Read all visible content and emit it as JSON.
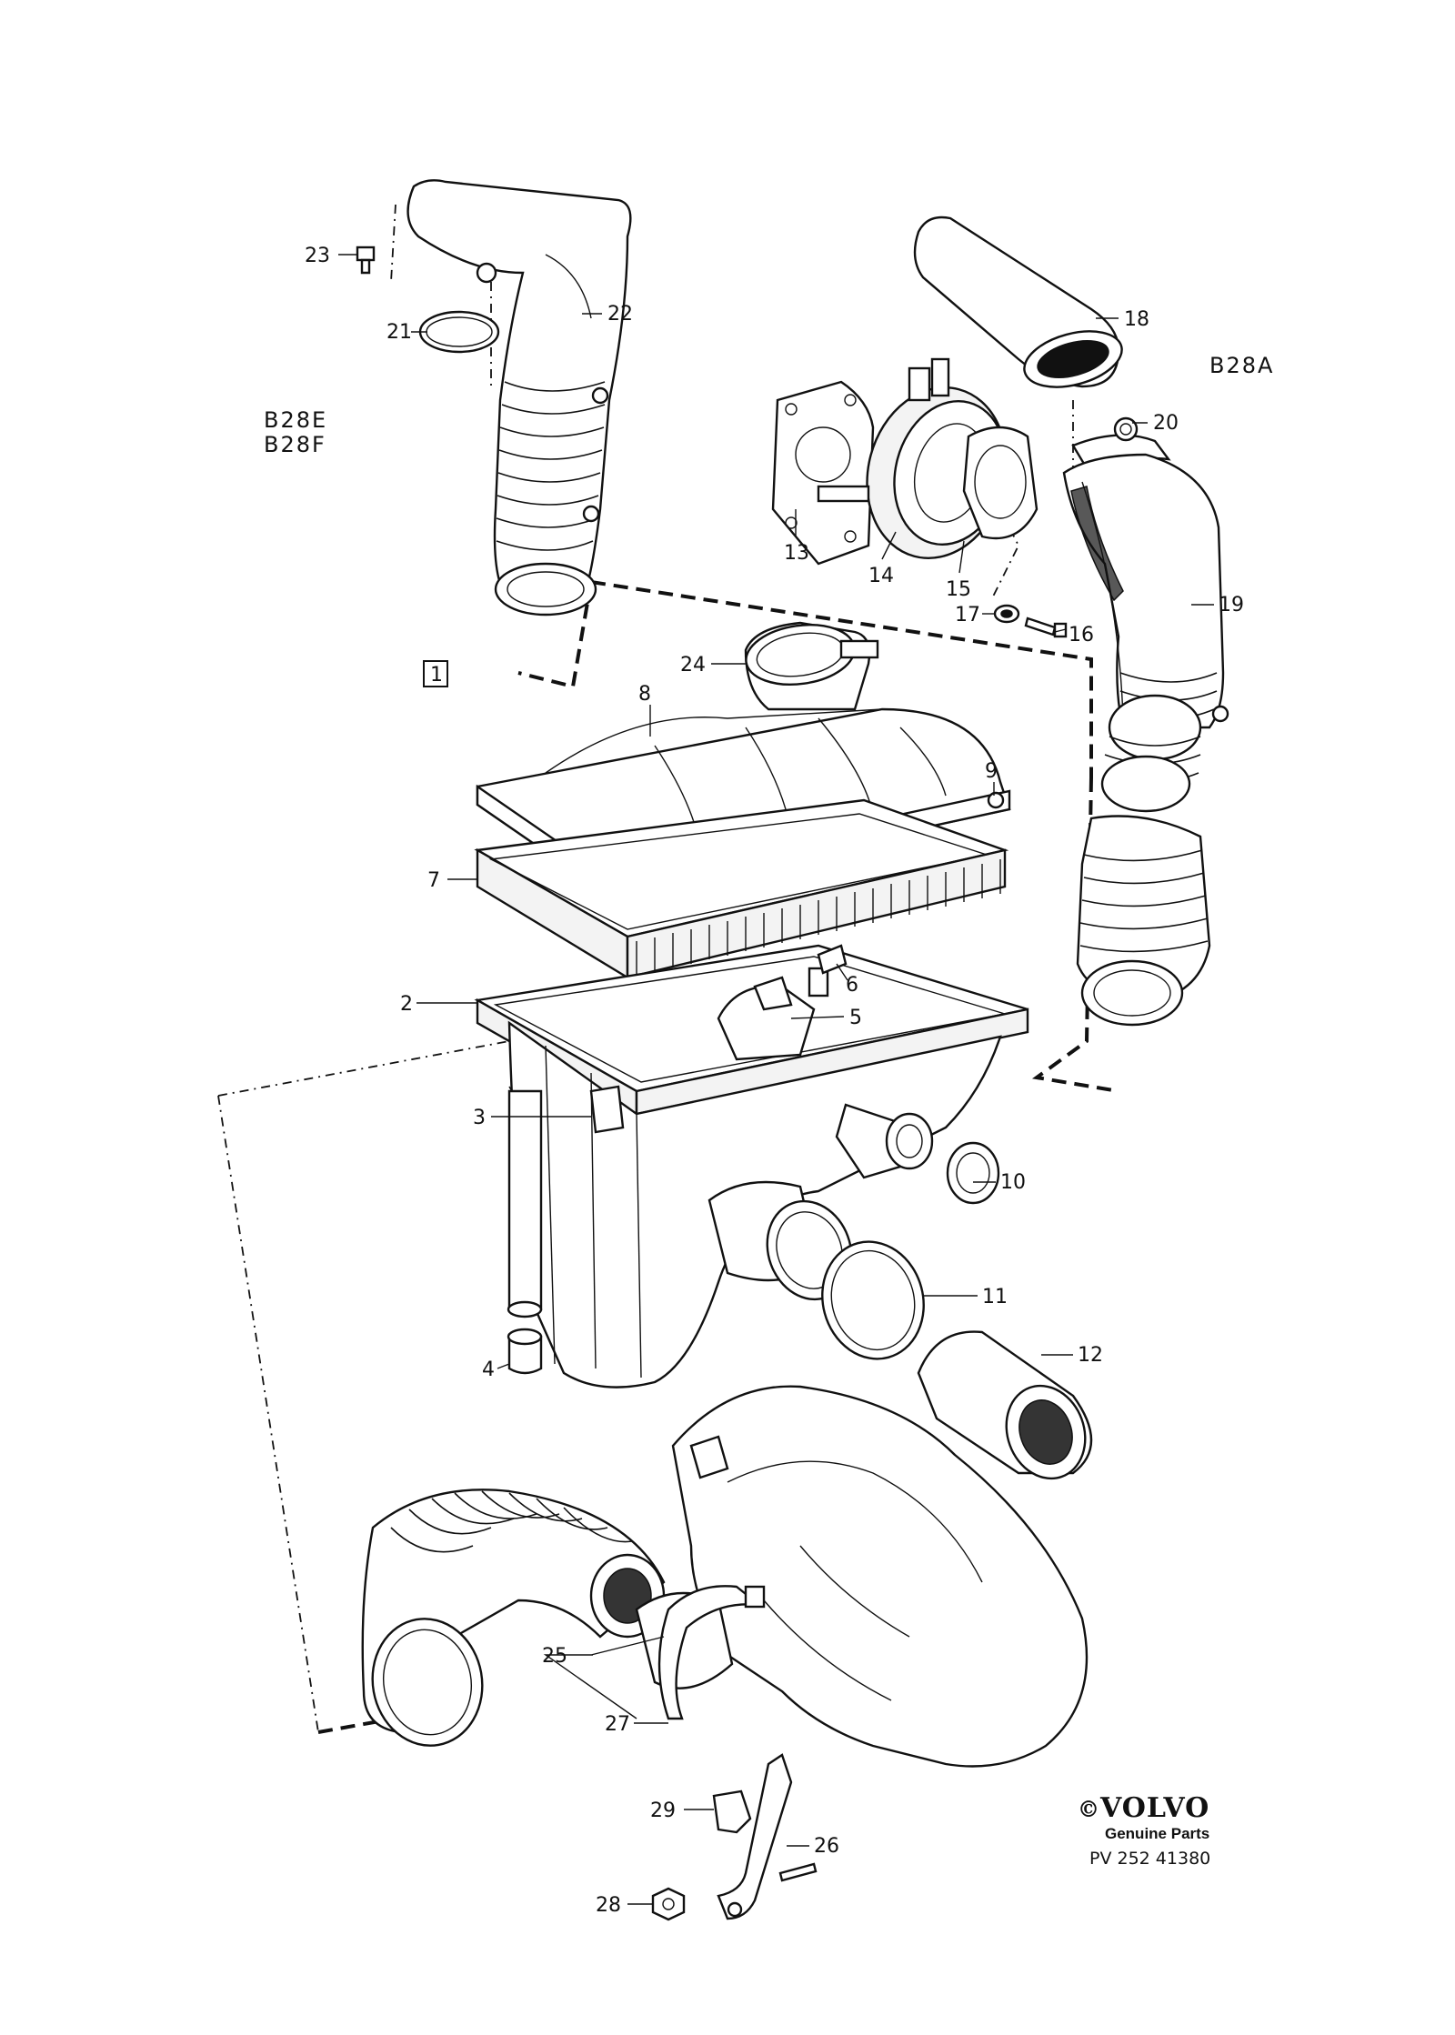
{
  "diagram": {
    "callouts": {
      "c1": "1",
      "c2": "2",
      "c3": "3",
      "c4": "4",
      "c5": "5",
      "c6": "6",
      "c7": "7",
      "c8": "8",
      "c9": "9",
      "c10": "10",
      "c11": "11",
      "c12": "12",
      "c13": "13",
      "c14": "14",
      "c15": "15",
      "c16": "16",
      "c17": "17",
      "c18": "18",
      "c19": "19",
      "c20": "20",
      "c21": "21",
      "c22": "22",
      "c23": "23",
      "c24": "24",
      "c25": "25",
      "c26": "26",
      "c27": "27",
      "c28": "28",
      "c29": "29"
    },
    "variants": {
      "left_line1": "B28E",
      "left_line2": "B28F",
      "right": "B28A"
    }
  },
  "brand": {
    "copyright": "©",
    "name": "VOLVO",
    "tagline": "Genuine Parts",
    "reference": "PV 252 41380"
  }
}
